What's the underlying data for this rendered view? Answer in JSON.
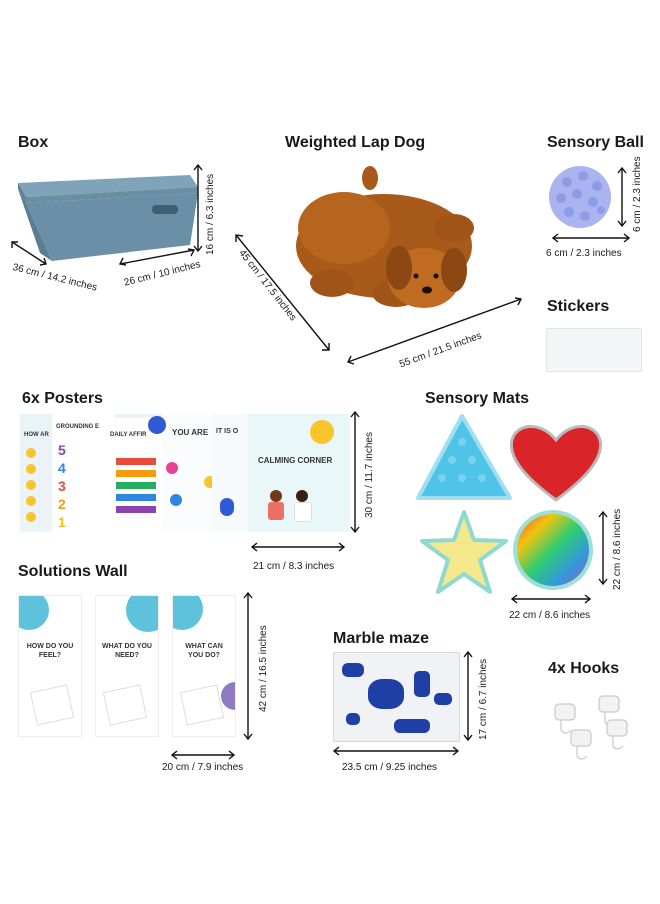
{
  "labels": {
    "box": "Box",
    "weighted_lap_dog": "Weighted Lap Dog",
    "sensory_ball": "Sensory Ball",
    "stickers": "Stickers",
    "posters": "6x Posters",
    "sensory_mats": "Sensory Mats",
    "solutions_wall": "Solutions Wall",
    "marble_maze": "Marble maze",
    "hooks": "4x Hooks"
  },
  "dimensions": {
    "box_height": "16 cm / 6.3 inches",
    "box_length": "36 cm / 14.2 inches",
    "box_width": "26 cm / 10 inches",
    "dog_diag": "45 cm / 17.5 inches",
    "dog_width": "55 cm / 21.5 inches",
    "ball_height": "6 cm / 2.3 inches",
    "ball_width": "6 cm / 2.3 inches",
    "posters_height": "30 cm / 11.7 inches",
    "posters_width": "21 cm / 8.3 inches",
    "mats_height": "22 cm / 8.6 inches",
    "mats_width": "22 cm / 8.6 inches",
    "wall_height": "42 cm / 16.5 inches",
    "wall_width": "20 cm / 7.9 inches",
    "maze_height": "17 cm / 6.7 inches",
    "maze_width": "23.5 cm / 9.25 inches"
  },
  "posters": {
    "p1": "HOW AR",
    "p2": "GROUNDING E",
    "p3": "DAILY AFFIR",
    "p4": "YOU ARE",
    "p5": "IT IS O",
    "p6": "CALMING CORNER"
  },
  "cards": {
    "c1": "HOW DO YOU FEEL?",
    "c2": "WHAT DO YOU NEED?",
    "c3": "WHAT CAN YOU DO?"
  },
  "colors": {
    "box": "#6b8fa6",
    "dog": "#b5651d",
    "ball": "#a9b4f0",
    "mat_triangle": "#4fc3e8",
    "mat_heart": "#d9252a",
    "mat_star": "#f3e98a",
    "maze_blue": "#1e3fa6"
  }
}
